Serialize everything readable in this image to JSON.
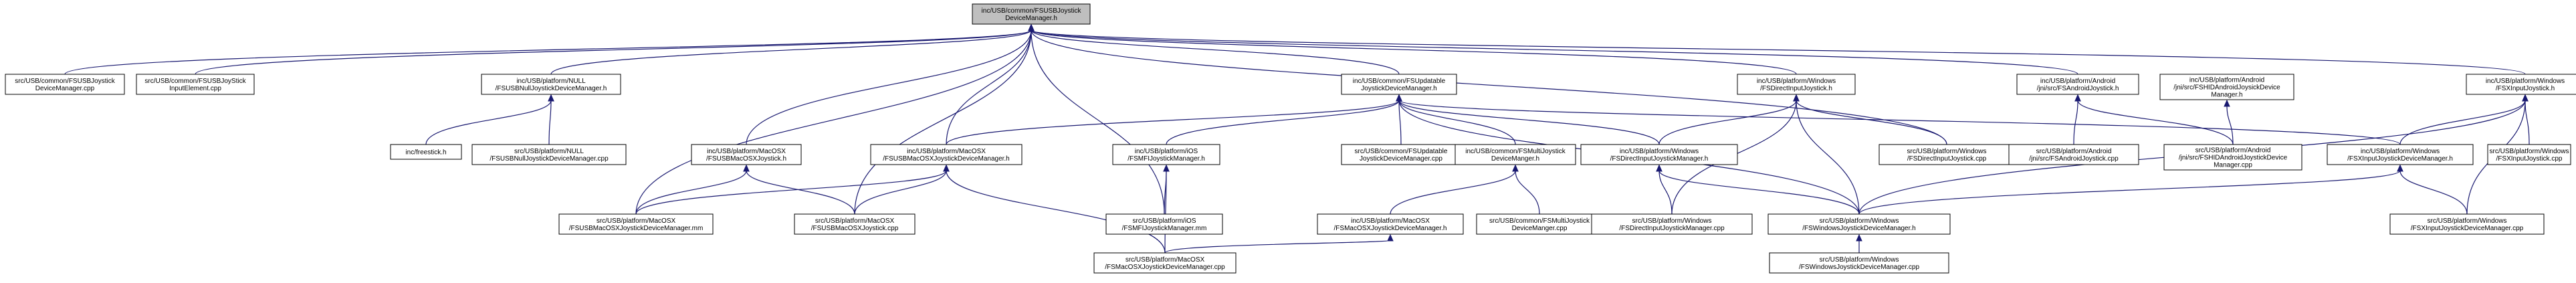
{
  "colors": {
    "edge": "#191970",
    "root_fill": "#bfbfbf",
    "node_fill": "#ffffff",
    "node_stroke": "#000000"
  },
  "nodes": [
    {
      "id": "root",
      "lines": [
        "inc/USB/common/FSUSBJoystick",
        "DeviceManager.h"
      ],
      "root": true
    },
    {
      "id": "n1",
      "lines": [
        "src/USB/common/FSUSBJoystick",
        "DeviceManager.cpp"
      ]
    },
    {
      "id": "n2",
      "lines": [
        "src/USB/common/FSUSBJoyStick",
        "InputElement.cpp"
      ]
    },
    {
      "id": "n3",
      "lines": [
        "inc/USB/platform/NULL",
        "/FSUSBNullJoystickDeviceManager.h"
      ]
    },
    {
      "id": "n4",
      "lines": [
        "inc/freestick.h"
      ]
    },
    {
      "id": "n5",
      "lines": [
        "src/USB/platform/NULL",
        "/FSUSBNullJoystickDeviceManager.cpp"
      ]
    },
    {
      "id": "n6",
      "lines": [
        "inc/USB/platform/MacOSX",
        "/FSUSBMacOSXJoystick.h"
      ]
    },
    {
      "id": "n7",
      "lines": [
        "src/USB/platform/MacOSX",
        "/FSUSBMacOSXJoystickDeviceManager.mm"
      ]
    },
    {
      "id": "n8",
      "lines": [
        "src/USB/platform/MacOSX",
        "/FSUSBMacOSXJoystick.cpp"
      ]
    },
    {
      "id": "n9",
      "lines": [
        "inc/USB/platform/MacOSX",
        "/FSUSBMacOSXJoystickDeviceManager.h"
      ]
    },
    {
      "id": "n10",
      "lines": [
        "inc/USB/common/FSUpdatable",
        "JoystickDeviceManager.h"
      ]
    },
    {
      "id": "n11",
      "lines": [
        "inc/USB/platform/iOS",
        "/FSMFIJoystickManager.h"
      ]
    },
    {
      "id": "n12",
      "lines": [
        "src/USB/platform/iOS",
        "/FSMFIJoystickManager.mm"
      ]
    },
    {
      "id": "n13",
      "lines": [
        "src/USB/platform/MacOSX",
        "/FSMacOSXJoystickDeviceManager.cpp"
      ]
    },
    {
      "id": "n14",
      "lines": [
        "src/USB/common/FSUpdatable",
        "JoystickDeviceManager.cpp"
      ]
    },
    {
      "id": "n15",
      "lines": [
        "inc/USB/common/FSMultiJoystick",
        "DeviceManger.h"
      ]
    },
    {
      "id": "n16",
      "lines": [
        "inc/USB/platform/MacOSX",
        "/FSMacOSXJoystickDeviceManager.h"
      ]
    },
    {
      "id": "n17",
      "lines": [
        "src/USB/common/FSMultiJoystick",
        "DeviceManger.cpp"
      ]
    },
    {
      "id": "n18",
      "lines": [
        "inc/USB/platform/Windows",
        "/FSDirectInputJoystick.h"
      ]
    },
    {
      "id": "n19",
      "lines": [
        "inc/USB/platform/Windows",
        "/FSDirectInputJoystickManager.h"
      ]
    },
    {
      "id": "n20",
      "lines": [
        "src/USB/platform/Windows",
        "/FSDirectInputJoystickManager.cpp"
      ]
    },
    {
      "id": "n21",
      "lines": [
        "src/USB/platform/Windows",
        "/FSWindowsJoystickDeviceManager.h"
      ]
    },
    {
      "id": "n22",
      "lines": [
        "src/USB/platform/Windows",
        "/FSWindowsJoystickDeviceManager.cpp"
      ]
    },
    {
      "id": "n23",
      "lines": [
        "src/USB/platform/Windows",
        "/FSDirectInputJoystick.cpp"
      ]
    },
    {
      "id": "n24",
      "lines": [
        "inc/USB/platform/Android",
        "/jni/src/FSAndroidJoystick.h"
      ]
    },
    {
      "id": "n25",
      "lines": [
        "src/USB/platform/Android",
        "/jni/src/FSAndroidJoystick.cpp"
      ]
    },
    {
      "id": "n26",
      "lines": [
        "inc/USB/platform/Android",
        "/jni/src/FSHIDAndroidJoysickDevice",
        "Manager.h"
      ]
    },
    {
      "id": "n27",
      "lines": [
        "src/USB/platform/Android",
        "/jni/src/FSHIDAndroidJoystickDevice",
        "Manager.cpp"
      ]
    },
    {
      "id": "n28",
      "lines": [
        "inc/USB/platform/Windows",
        "/FSXInputJoystick.h"
      ]
    },
    {
      "id": "n29",
      "lines": [
        "inc/USB/platform/Windows",
        "/FSXInputJoystickDeviceManager.h"
      ]
    },
    {
      "id": "n30",
      "lines": [
        "src/USB/platform/Windows",
        "/FSXInputJoystickDeviceManager.cpp"
      ]
    },
    {
      "id": "n31",
      "lines": [
        "src/USB/platform/Windows",
        "/FSXInputJoystick.cpp"
      ]
    }
  ],
  "edges": [
    [
      "n1",
      "root"
    ],
    [
      "n2",
      "root"
    ],
    [
      "n3",
      "root"
    ],
    [
      "n6",
      "root"
    ],
    [
      "n7",
      "root"
    ],
    [
      "n8",
      "root"
    ],
    [
      "n9",
      "root"
    ],
    [
      "n10",
      "root"
    ],
    [
      "n12",
      "root"
    ],
    [
      "n18",
      "root"
    ],
    [
      "n23",
      "root"
    ],
    [
      "n24",
      "root"
    ],
    [
      "n28",
      "root"
    ],
    [
      "n4",
      "n3"
    ],
    [
      "n5",
      "n3"
    ],
    [
      "n7",
      "n6"
    ],
    [
      "n8",
      "n6"
    ],
    [
      "n7",
      "n9"
    ],
    [
      "n8",
      "n9"
    ],
    [
      "n13",
      "n9"
    ],
    [
      "n9",
      "n10"
    ],
    [
      "n11",
      "n10"
    ],
    [
      "n14",
      "n10"
    ],
    [
      "n15",
      "n10"
    ],
    [
      "n19",
      "n10"
    ],
    [
      "n21",
      "n10"
    ],
    [
      "n29",
      "n10"
    ],
    [
      "n12",
      "n11"
    ],
    [
      "n13",
      "n11"
    ],
    [
      "n16",
      "n15"
    ],
    [
      "n17",
      "n15"
    ],
    [
      "n13",
      "n16"
    ],
    [
      "n19",
      "n18"
    ],
    [
      "n20",
      "n18"
    ],
    [
      "n21",
      "n18"
    ],
    [
      "n23",
      "n18"
    ],
    [
      "n20",
      "n19"
    ],
    [
      "n21",
      "n19"
    ],
    [
      "n22",
      "n21"
    ],
    [
      "n25",
      "n24"
    ],
    [
      "n27",
      "n24"
    ],
    [
      "n27",
      "n26"
    ],
    [
      "n29",
      "n28"
    ],
    [
      "n21",
      "n28"
    ],
    [
      "n30",
      "n28"
    ],
    [
      "n31",
      "n28"
    ],
    [
      "n21",
      "n29"
    ],
    [
      "n30",
      "n29"
    ]
  ]
}
